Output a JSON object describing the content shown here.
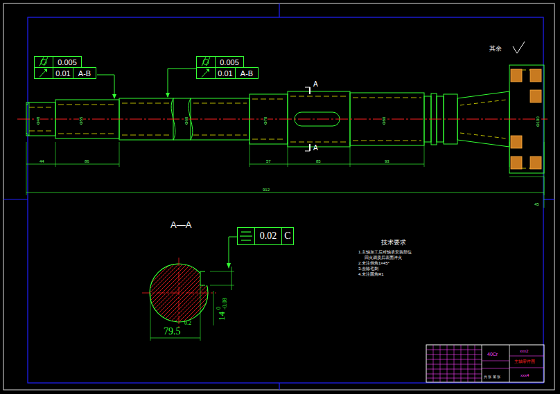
{
  "diagram": {
    "nodes": [
      {
        "text": [
          "0.005",
          "0.01",
          "A-B"
        ]
      },
      {
        "text": [
          "0.005",
          "0.01",
          "A-B"
        ]
      },
      {
        "text": [
          "0.02",
          "C"
        ]
      }
    ],
    "labels": [
      "其余",
      "A",
      "A",
      "A—A",
      "79.5",
      "0.2",
      "14",
      "0",
      "-0.08",
      "技术要求",
      "1.主轴加工后对轴承安装部位",
      "回火调质后表面淬火",
      "2.未注倒角1×45°",
      "3.去除毛刺",
      "4.未注圆角R1",
      "40Cr",
      "xxx2",
      "主轴零件图",
      "xxx4",
      "共 张 第 张",
      "44",
      "86",
      "57",
      "85",
      "93",
      "912",
      "45",
      "Φ48",
      "Φ55",
      "Φ60",
      "Φ70",
      "Φ80",
      "Φ100"
    ]
  }
}
